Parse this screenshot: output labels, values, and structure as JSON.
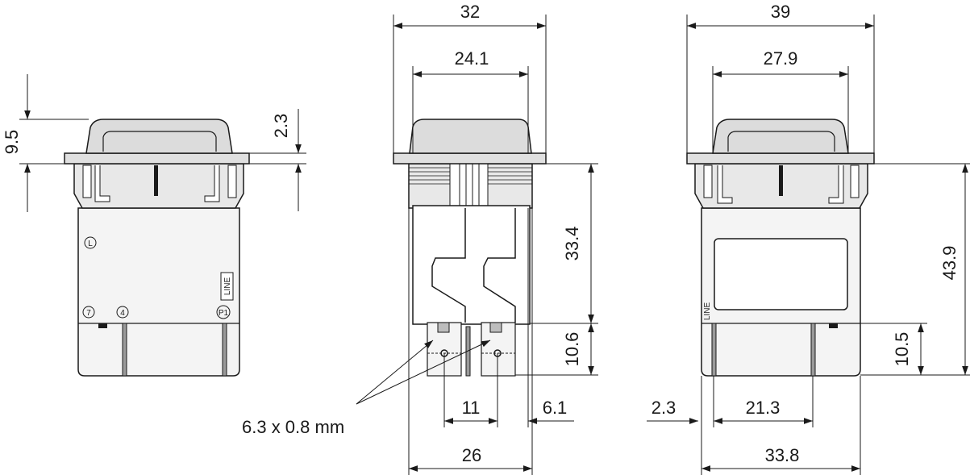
{
  "colors": {
    "line": "#1a1a1a",
    "fill": "#e8e8e8",
    "dark_fill": "#bdbdbd",
    "pin": "#9a9a9a"
  },
  "left_view": {
    "dims": {
      "height_total": "9.5",
      "rocker_height": "2.3"
    },
    "terminal_labels": {
      "l": "L",
      "t7": "7",
      "t4": "4",
      "p1": "P1",
      "line": "LINE"
    }
  },
  "middle_view": {
    "dims": {
      "width_outer": "32",
      "width_inner": "24.1",
      "body_height": "33.4",
      "terminal_length": "10.6",
      "terminal_spacing": "11",
      "offset": "6.1",
      "base_width": "26"
    },
    "terminal_note": "6.3 x 0.8 mm"
  },
  "right_view": {
    "dims": {
      "width_outer": "39",
      "width_inner": "27.9",
      "total_height": "43.9",
      "terminal_length": "10.5",
      "offset": "2.3",
      "terminal_spacing": "21.3",
      "base_width": "33.8"
    },
    "terminal_labels": {
      "line": "LINE"
    }
  }
}
